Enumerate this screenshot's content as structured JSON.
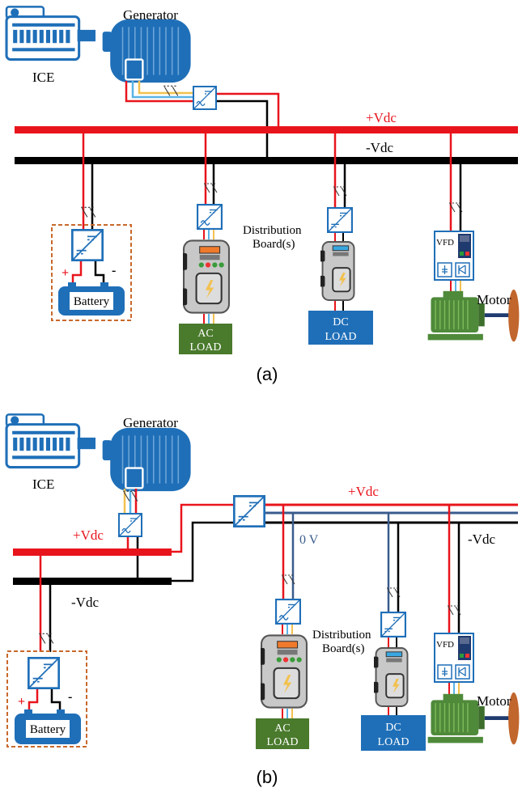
{
  "colors": {
    "pos_bus": "#e8141c",
    "neg_bus": "#000000",
    "zero_bus": "#3a5c8c",
    "phase_blue": "#5ab4e6",
    "phase_yellow": "#f2c14e",
    "equipment_blue": "#1f6fb8",
    "load_green": "#4a7a2c",
    "motor_green": "#4f8a3a",
    "battery_border": "#c8692c",
    "propeller": "#c1662d",
    "panel_gray": "#c8c8c8"
  },
  "diagram_a": {
    "panel_label": "(a)",
    "ice_label": "ICE",
    "generator_label": "Generator",
    "pos_bus_label": "+Vdc",
    "neg_bus_label": "-Vdc",
    "distribution_label_line1": "Distribution",
    "distribution_label_line2": "Board(s)",
    "battery_label": "Battery",
    "battery_plus": "+",
    "battery_minus": "-",
    "ac_load_line1": "AC",
    "ac_load_line2": "LOAD",
    "dc_load_line1": "DC",
    "dc_load_line2": "LOAD",
    "vfd_label": "VFD",
    "motor_label": "Motor"
  },
  "diagram_b": {
    "panel_label": "(b)",
    "ice_label": "ICE",
    "generator_label": "Generator",
    "pos_bus_label_left": "+Vdc",
    "pos_bus_label_right": "+Vdc",
    "neg_bus_label_left": "-Vdc",
    "neg_bus_label_right": "-Vdc",
    "zero_bus_label": "0 V",
    "distribution_label_line1": "Distribution",
    "distribution_label_line2": "Board(s)",
    "battery_label": "Battery",
    "battery_plus": "+",
    "battery_minus": "-",
    "ac_load_line1": "AC",
    "ac_load_line2": "LOAD",
    "dc_load_line1": "DC",
    "dc_load_line2": "LOAD",
    "vfd_label": "VFD",
    "motor_label": "Motor"
  }
}
